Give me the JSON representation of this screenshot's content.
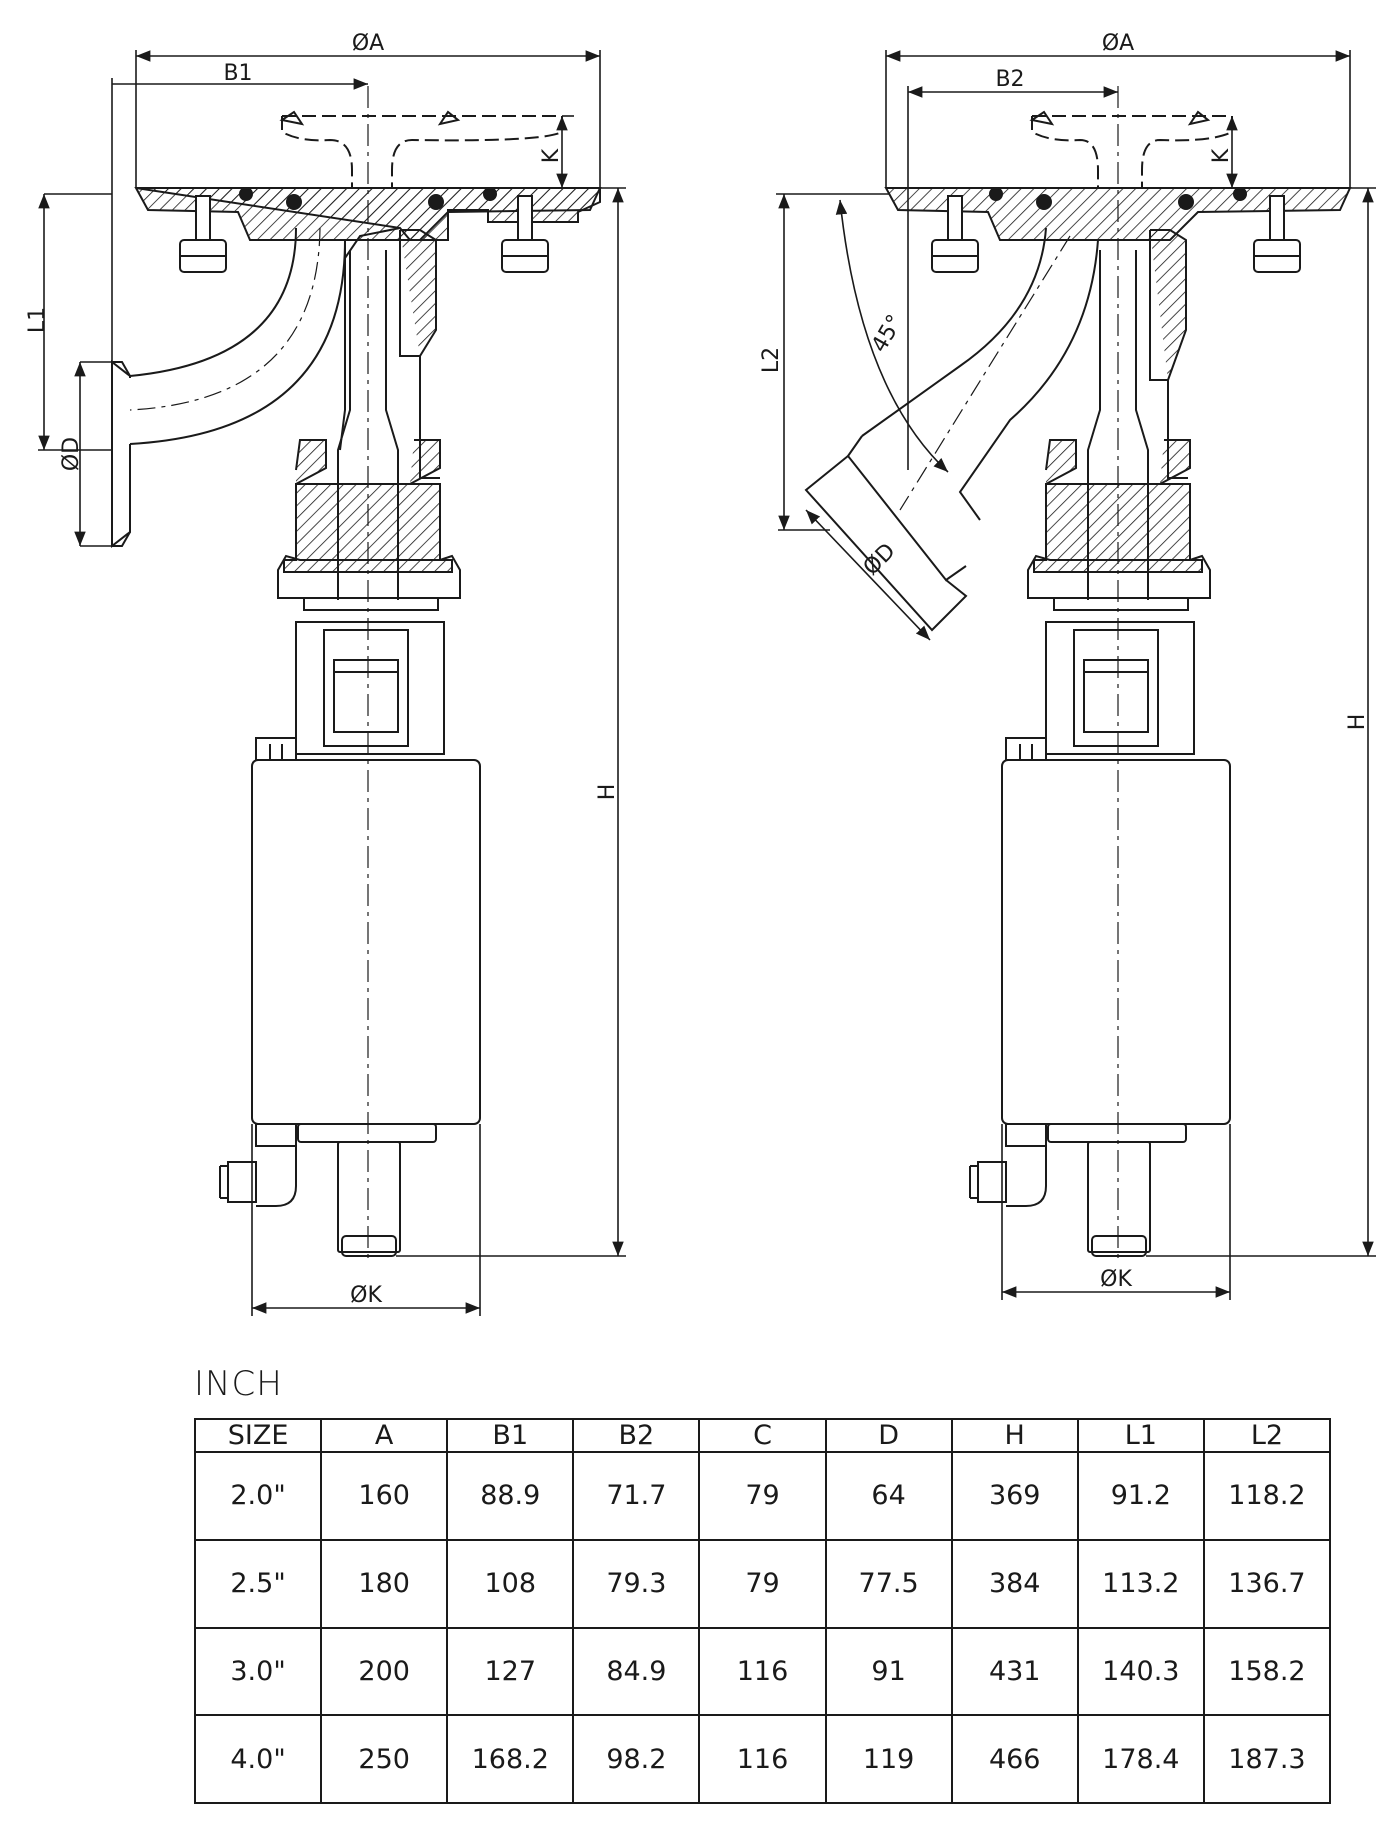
{
  "labels": {
    "phiA": "ØA",
    "B1": "B1",
    "B2": "B2",
    "K": "K",
    "L1": "L1",
    "L2": "L2",
    "phiD": "ØD",
    "H": "H",
    "phiK": "ØK",
    "angle": "45°"
  },
  "unit": "INCH",
  "table": {
    "headers": [
      "SIZE",
      "A",
      "B1",
      "B2",
      "C",
      "D",
      "H",
      "L1",
      "L2"
    ],
    "rows": [
      [
        "2.0\"",
        "160",
        "88.9",
        "71.7",
        "79",
        "64",
        "369",
        "91.2",
        "118.2"
      ],
      [
        "2.5\"",
        "180",
        "108",
        "79.3",
        "79",
        "77.5",
        "384",
        "113.2",
        "136.7"
      ],
      [
        "3.0\"",
        "200",
        "127",
        "84.9",
        "116",
        "91",
        "431",
        "140.3",
        "158.2"
      ],
      [
        "4.0\"",
        "250",
        "168.2",
        "98.2",
        "116",
        "119",
        "466",
        "178.4",
        "187.3"
      ]
    ]
  }
}
